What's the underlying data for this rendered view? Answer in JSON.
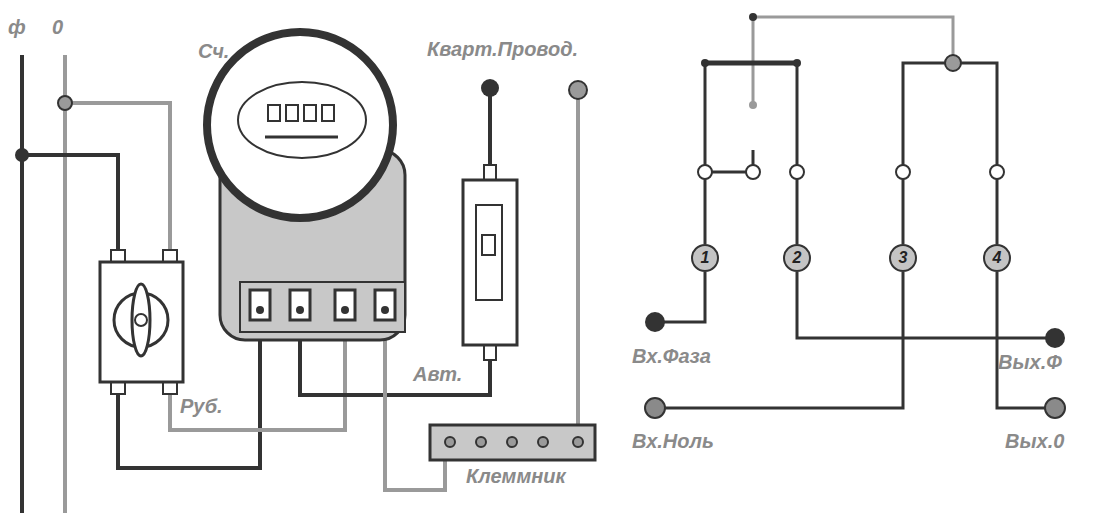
{
  "diagram": {
    "nodes": [
      {
        "text": [
          "1"
        ]
      },
      {
        "text": [
          "2"
        ]
      },
      {
        "text": [
          "3"
        ]
      },
      {
        "text": [
          "4"
        ]
      }
    ],
    "labels": [
      "ф",
      "0",
      "Сч.",
      "Кварт.Провод.",
      "Руб.",
      "Авт.",
      "Клеммник",
      "Вх.Фаза",
      "Вх.Ноль",
      "Вых.Ф",
      "Вых.0"
    ]
  }
}
